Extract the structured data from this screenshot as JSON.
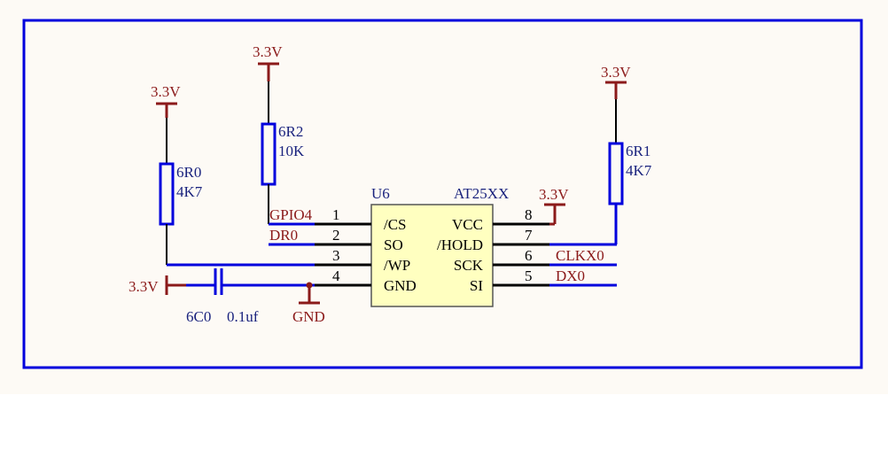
{
  "colors": {
    "background": "#fdfaf5",
    "frame": "#0000dd",
    "wire_blue": "#0000dd",
    "power_red": "#8b1a1a",
    "pin_black": "#000000",
    "chip_fill": "#ffffc0",
    "text_blue": "#1a237e",
    "text_red": "#8b1a1a"
  },
  "chip": {
    "designator": "U6",
    "part": "AT25XX",
    "left_pins": [
      {
        "num": "1",
        "name": "/CS",
        "net": "GPIO4"
      },
      {
        "num": "2",
        "name": "SO",
        "net": "DR0"
      },
      {
        "num": "3",
        "name": "/WP",
        "net": ""
      },
      {
        "num": "4",
        "name": "GND",
        "net": ""
      }
    ],
    "right_pins": [
      {
        "num": "8",
        "name": "VCC",
        "net": "3.3V"
      },
      {
        "num": "7",
        "name": "/HOLD",
        "net": ""
      },
      {
        "num": "6",
        "name": "SCK",
        "net": "CLKX0"
      },
      {
        "num": "5",
        "name": "SI",
        "net": "DX0"
      }
    ]
  },
  "resistors": {
    "r0": {
      "designator": "6R0",
      "value": "4K7"
    },
    "r2": {
      "designator": "6R2",
      "value": "10K"
    },
    "r1": {
      "designator": "6R1",
      "value": "4K7"
    }
  },
  "capacitor": {
    "designator": "6C0",
    "value": "0.1uf"
  },
  "power": {
    "vcc_r0": "3.3V",
    "vcc_r2": "3.3V",
    "vcc_r1": "3.3V",
    "vcc_chip": "3.3V",
    "vcc_cap": "3.3V",
    "ground": "GND"
  }
}
